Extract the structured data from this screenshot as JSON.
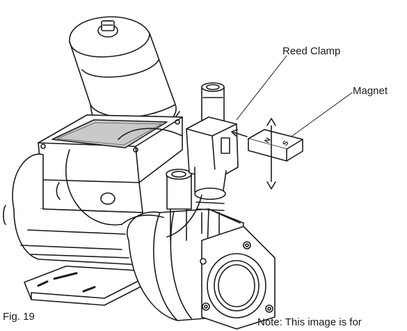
{
  "labels": {
    "reed_clamp": "Reed Clamp",
    "magnet": "Magnet",
    "figure": "Fig. 19",
    "note": "Note: This image is for"
  },
  "magnet_marks": {
    "north": "N",
    "south": "S"
  },
  "colors": {
    "line": "#1a1a1a",
    "display_panel": "#c9c9c9",
    "background": "#ffffff"
  }
}
